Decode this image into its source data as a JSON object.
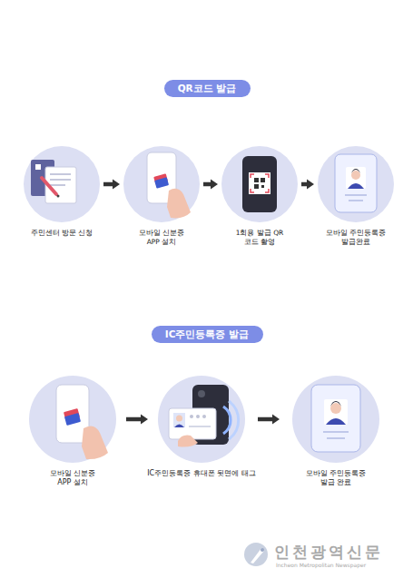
{
  "diagram": {
    "nodes": [
      {
        "text": [
          "QR코드 발급"
        ]
      },
      {
        "text": [
          "주민센터 방문 신청"
        ]
      },
      {
        "text": [
          "모바일 신분증 APP 설치"
        ]
      },
      {
        "text": [
          "1회용 발급 QR코드 촬영"
        ]
      },
      {
        "text": [
          "모바일 주민등록증 발급완료"
        ]
      },
      {
        "text": [
          "IC주민등록증 발급"
        ]
      },
      {
        "text": [
          "모바일 신분증 APP 설치"
        ]
      },
      {
        "text": [
          "IC주민등록증 휴대폰 뒷면에 태그"
        ]
      },
      {
        "text": [
          "모바일 주민등록증 발급 완료"
        ]
      }
    ],
    "edges": [
      {
        "from": 1,
        "to": 2,
        "arrow": "to"
      },
      {
        "from": 2,
        "to": 3,
        "arrow": "to"
      },
      {
        "from": 3,
        "to": 4,
        "arrow": "to"
      },
      {
        "from": 6,
        "to": 7,
        "arrow": "to"
      },
      {
        "from": 7,
        "to": 8,
        "arrow": "to"
      }
    ],
    "labels": [
      "인천광역신문",
      "Incheon Metropolitan Newspaper"
    ]
  }
}
